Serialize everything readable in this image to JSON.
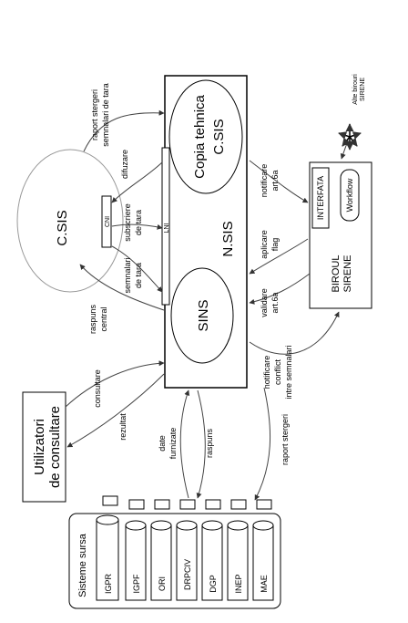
{
  "main": {
    "title": "N.SIS",
    "copy_label": [
      "Copia tehnica",
      "C.SIS"
    ],
    "sins_label": "SINS",
    "lni_label": "LNI"
  },
  "csis": {
    "title": "C.SIS",
    "cni_label": "CNI"
  },
  "users": {
    "title": [
      "Utilizatori",
      "de consultare"
    ]
  },
  "sirene": {
    "title": [
      "BIROUL",
      "SIRENE"
    ],
    "interfata_label": "INTERFATA",
    "workflow_label": "Workflow"
  },
  "other_offices": {
    "label": [
      "Alte birouri",
      "SIRENE"
    ]
  },
  "sources": {
    "title": "Sisteme sursa",
    "systems": [
      "IGPR",
      "IGPF",
      "ORI",
      "DRPCIV",
      "DGP",
      "INEP",
      "MAE"
    ]
  },
  "flows": {
    "raport_tara": [
      "raport stergeri",
      "semnalari de tara"
    ],
    "difuzare": "difuzare",
    "subscriere": [
      "subscriere",
      "de tara"
    ],
    "semnalari": [
      "semnalari",
      "de tara"
    ],
    "raspuns_central": [
      "raspuns",
      "central"
    ],
    "consultare": "consultare",
    "rezultat": "rezultat",
    "date_furnizate": [
      "date",
      "furnizate"
    ],
    "raspuns": "raspuns",
    "raport_stergeri": "raport stergeri",
    "notificare_art6a": [
      "notificare",
      "art.6a"
    ],
    "aplicare_flag": [
      "aplicare",
      "flag"
    ],
    "validare_art6a": [
      "validare",
      "art.6a"
    ],
    "notificare_conflict": [
      "notificare",
      "conflict",
      "intre semnalari"
    ]
  }
}
